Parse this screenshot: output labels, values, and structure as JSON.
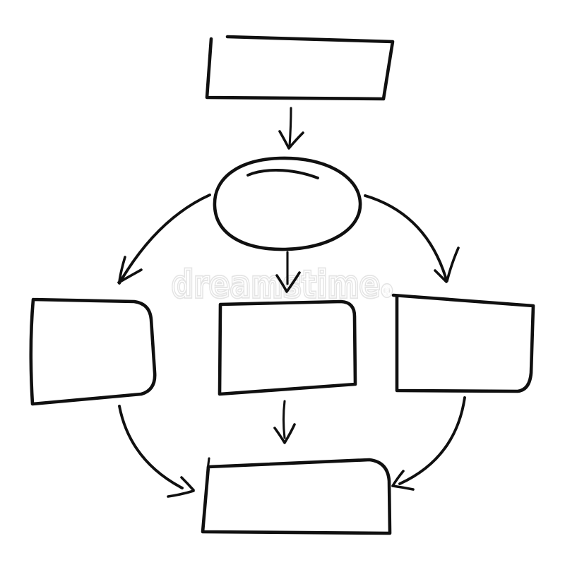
{
  "diagram": {
    "type": "hand-drawn-flowchart",
    "description": "Blank hand-drawn flowchart: top rectangle flows into a central ellipse, which branches to three middle rectangles, which all flow into one bottom rectangle",
    "colors": {
      "background": "#ffffff",
      "ink": "#101010",
      "watermark_outline": "#e4e4e4"
    },
    "nodes": [
      {
        "id": "top-box",
        "shape": "rectangle",
        "label": ""
      },
      {
        "id": "central-ellipse",
        "shape": "ellipse",
        "label": ""
      },
      {
        "id": "left-box",
        "shape": "rectangle",
        "label": ""
      },
      {
        "id": "middle-box",
        "shape": "rectangle",
        "label": ""
      },
      {
        "id": "right-box",
        "shape": "rectangle",
        "label": ""
      },
      {
        "id": "bottom-box",
        "shape": "rectangle",
        "label": ""
      }
    ],
    "edges": [
      {
        "from": "top-box",
        "to": "central-ellipse",
        "style": "straight-arrow-down"
      },
      {
        "from": "central-ellipse",
        "to": "left-box",
        "style": "curved-arrow"
      },
      {
        "from": "central-ellipse",
        "to": "middle-box",
        "style": "straight-arrow-down"
      },
      {
        "from": "central-ellipse",
        "to": "right-box",
        "style": "curved-arrow"
      },
      {
        "from": "left-box",
        "to": "bottom-box",
        "style": "curved-arrow"
      },
      {
        "from": "middle-box",
        "to": "bottom-box",
        "style": "straight-arrow-down"
      },
      {
        "from": "right-box",
        "to": "bottom-box",
        "style": "curved-arrow"
      }
    ]
  },
  "watermark": {
    "text": "dreamstime",
    "registered_mark": "®",
    "color": "#e4e4e4"
  }
}
